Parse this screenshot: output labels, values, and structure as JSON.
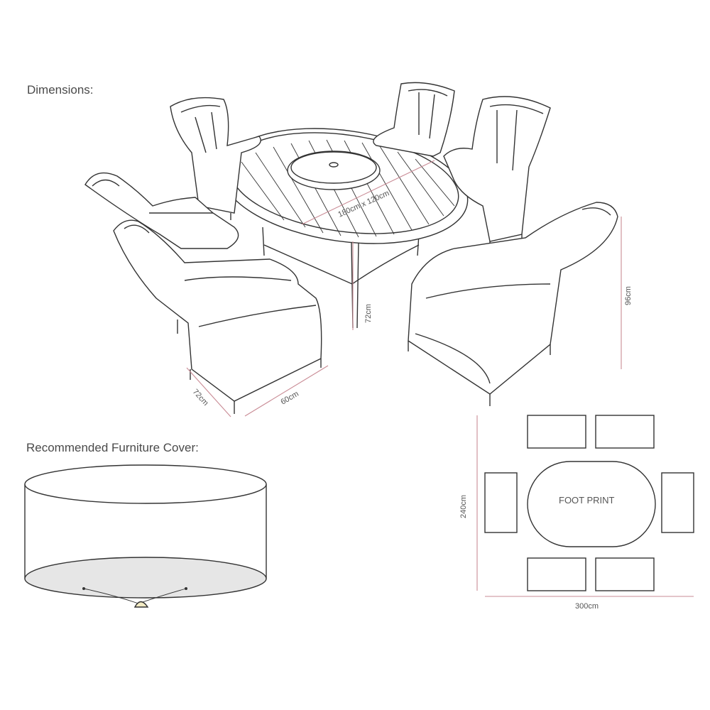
{
  "headings": {
    "dimensions": "Dimensions:",
    "cover": "Recommended Furniture Cover:"
  },
  "labels": {
    "table_size": "180cm x 120cm",
    "table_height": "72cm",
    "chair_height": "96cm",
    "chair_depth": "72cm",
    "chair_width": "60cm",
    "footprint": "FOOT PRINT",
    "footprint_depth": "240cm",
    "footprint_width": "300cm"
  },
  "colors": {
    "line": "#333333",
    "dimension_line": "#c98b95",
    "cover_base": "#e6e6e6"
  }
}
